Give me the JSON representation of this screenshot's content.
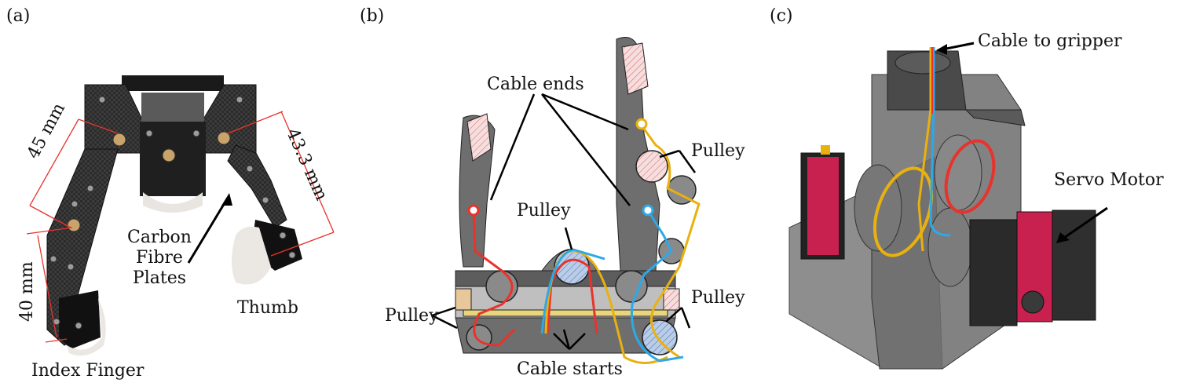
{
  "panels": [
    {
      "id": "a",
      "label": "(a)"
    },
    {
      "id": "b",
      "label": "(b)"
    },
    {
      "id": "c",
      "label": "(c)"
    }
  ],
  "panel_a": {
    "dim_45": "45 mm",
    "dim_43": "43.3 mm",
    "dim_40": "40 mm",
    "carbon": [
      "Carbon",
      "Fibre",
      "Plates"
    ],
    "thumb": "Thumb",
    "index": "Index Finger"
  },
  "panel_b": {
    "cable_ends": "Cable ends",
    "pulley": "Pulley",
    "cable_starts": "Cable starts"
  },
  "panel_c": {
    "cable_to_gripper": "Cable to gripper",
    "servo_motor": "Servo Motor"
  },
  "colors": {
    "red_cable": "#e8332c",
    "yellow_cable": "#e8b10f",
    "blue_cable": "#2ea8e6",
    "magenta": "#c8214f",
    "carbon": "#2a2a2a",
    "gray_part": "#6e6e6e"
  }
}
